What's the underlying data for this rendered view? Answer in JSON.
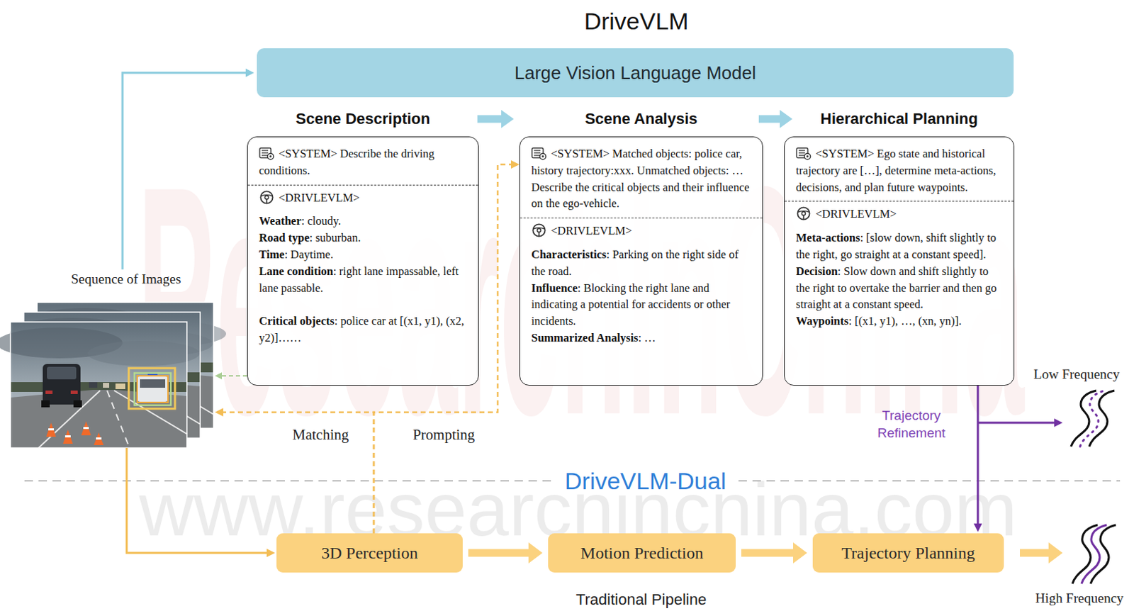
{
  "diagram": {
    "title": "DriveVLM",
    "nodes": [
      {
        "text": [
          "Large Vision Language Model"
        ]
      },
      {
        "text": [
          "Scene Description",
          "<SYSTEM> Describe the driving conditions.",
          "<DRIVLEVLM>",
          "Weather",
          ": cloudy.",
          "Road type",
          ": suburban.",
          "Time",
          ": Daytime.",
          "Lane condition",
          ": right lane impassable, left lane passable.",
          "Critical objects",
          ": police car at [(x1, y1), (x2, y2)]……"
        ]
      },
      {
        "text": [
          "Scene Analysis",
          "<SYSTEM> Matched objects: police car, history trajectory:xxx. Unmatched objects: … Describe the critical objects and their influence on the ego-vehicle.",
          "<DRIVLEVLM>",
          "Characteristics",
          ": Parking on the right side of the road.",
          "Influence",
          ": Blocking the right lane and indicating a potential for accidents or other incidents.",
          "Summarized Analysis",
          ": …"
        ]
      },
      {
        "text": [
          "Hierarchical Planning",
          "<SYSTEM> Ego state and historical trajectory are […], determine meta-actions, decisions, and plan future waypoints.",
          "<DRIVLEVLM>",
          "Meta-actions",
          ": [slow down, shift slightly to the right, go straight at a constant speed].",
          "Decision",
          ": Slow down and shift slightly to the right to overtake the barrier and then go straight at a constant speed.",
          "Waypoints",
          ": [(x1, y1), …, (xn, yn)]."
        ]
      },
      {
        "text": [
          "Sequence of Images"
        ]
      },
      {
        "text": [
          "3D Perception"
        ]
      },
      {
        "text": [
          "Motion Prediction"
        ]
      },
      {
        "text": [
          "Trajectory Planning"
        ]
      }
    ],
    "edges": [
      {
        "from": 4,
        "to": 0,
        "arrow": "to"
      },
      {
        "from": 4,
        "to": 5,
        "arrow": "to"
      },
      {
        "from": 5,
        "to": 4,
        "label": "Matching",
        "arrow": "to"
      },
      {
        "from": 5,
        "to": 2,
        "label": "Prompting",
        "arrow": "to"
      },
      {
        "from": 1,
        "to": 4,
        "arrow": "to"
      },
      {
        "from": 1,
        "to": 2,
        "arrow": "to"
      },
      {
        "from": 2,
        "to": 3,
        "arrow": "to"
      },
      {
        "from": 5,
        "to": 6,
        "arrow": "to"
      },
      {
        "from": 6,
        "to": 7,
        "arrow": "to"
      },
      {
        "from": 3,
        "to": 7,
        "label": "Trajectory Refinement",
        "arrow": "to"
      }
    ],
    "labels": [
      "DriveVLM-Dual",
      "Traditional Pipeline",
      "Low Frequency",
      "High Frequency",
      "ResearchInChina",
      "www.researchinchina.com"
    ]
  }
}
